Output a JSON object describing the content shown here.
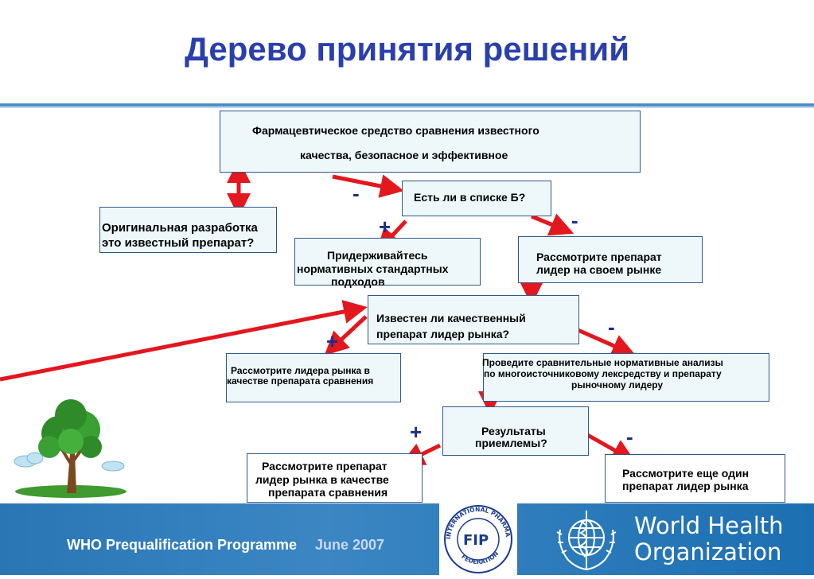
{
  "title": "Дерево принятия решений",
  "nodes": {
    "root": [
      "Фармацевтическое средство сравнения известного",
      "качества, безопасное и эффективное"
    ],
    "list_b": "Есть ли в списке Б?",
    "original": [
      "Оригинальная разработка",
      "это известный препарат?"
    ],
    "standard": [
      "Придерживайтесь",
      "нормативных стандартных",
      "подходов"
    ],
    "leader_own": [
      "Рассмотрите препарат",
      "лидер на своем рынке"
    ],
    "known_quality": [
      "Известен ли качественный",
      "препарат лидер рынка?"
    ],
    "consider_leader": [
      "Рассмотрите лидера рынка в",
      "качестве препарата сравнения"
    ],
    "comparative": [
      "Проведите сравнительные нормативные анализы",
      "по многоисточниковому лексредству и препарату",
      "рыночному лидеру"
    ],
    "results": [
      "Результаты",
      "приемлемы?"
    ],
    "consider_market": [
      "Рассмотрите препарат",
      "лидер рынка в качестве",
      "препарата сравнения"
    ],
    "another": [
      "Рассмотрите еще один",
      "препарат лидер рынка"
    ]
  },
  "signs": {
    "minus": "-",
    "plus": "+"
  },
  "colors": {
    "title": "#2a3fae",
    "arrow": "#e3171e",
    "box_border": "#2b5a8a",
    "box_fill": "#eef8fb",
    "footer": "#1f73b6"
  },
  "footer": {
    "programme": "WHO Prequalification Programme",
    "date": "June 2007",
    "fip_ring_top": "INTERNATIONAL PHARMACEUTICAL",
    "fip_ring_bottom": "FEDERATION",
    "fip_mark": "FIP",
    "who_line1": "World Health",
    "who_line2": "Organization"
  },
  "icons": [
    "tree-icon",
    "cloud-icon",
    "fip-logo",
    "who-emblem-icon"
  ]
}
